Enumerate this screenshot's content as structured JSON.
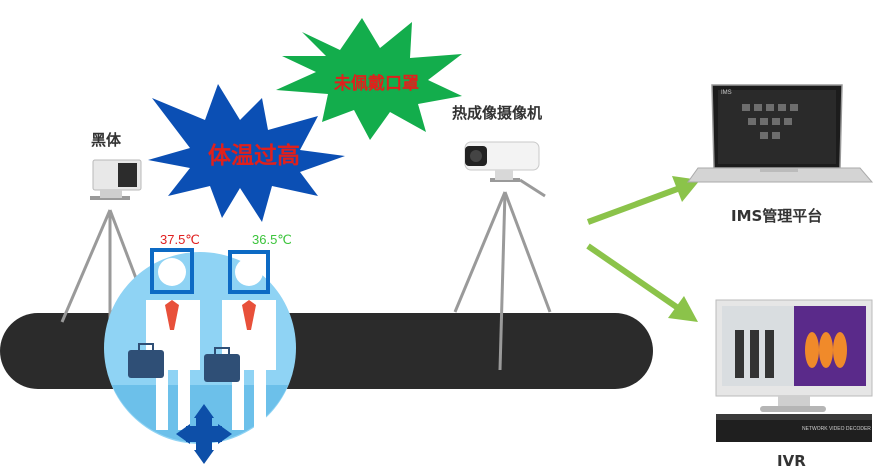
{
  "labels": {
    "blackbody": "黑体",
    "thermal_camera": "热成像摄像机",
    "ims_platform": "IMS管理平台",
    "ivr": "IVR"
  },
  "alerts": {
    "high_temp": "体温过高",
    "no_mask": "未佩戴口罩"
  },
  "readings": {
    "person1_temp": "37.5℃",
    "person2_temp": "36.5℃"
  },
  "device_text": {
    "decoder": "NETWORK VIDEO DECODER",
    "laptop_brand": "IMS"
  },
  "colors": {
    "belt": "#2b2b2b",
    "circle": "#8fd3f4",
    "burst_blue": "#0b4fb4",
    "burst_green": "#13ad4c",
    "alert_red": "#e0201c",
    "arrow_green": "#8bc34a",
    "temp_high": "#e02020",
    "temp_normal": "#3cc43c",
    "move_icon": "#0d4fa8"
  }
}
